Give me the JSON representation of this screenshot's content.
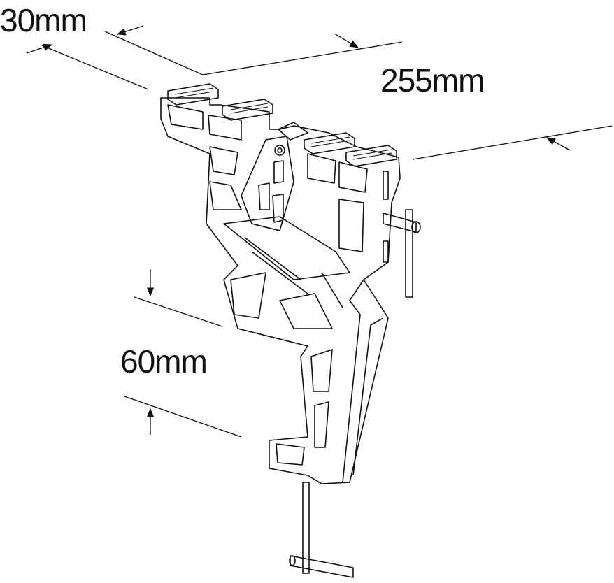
{
  "dimensions": {
    "depth": "30mm",
    "width": "255mm",
    "clamp_opening": "60mm"
  },
  "colors": {
    "line": "#111111",
    "background": "#ffffff"
  }
}
